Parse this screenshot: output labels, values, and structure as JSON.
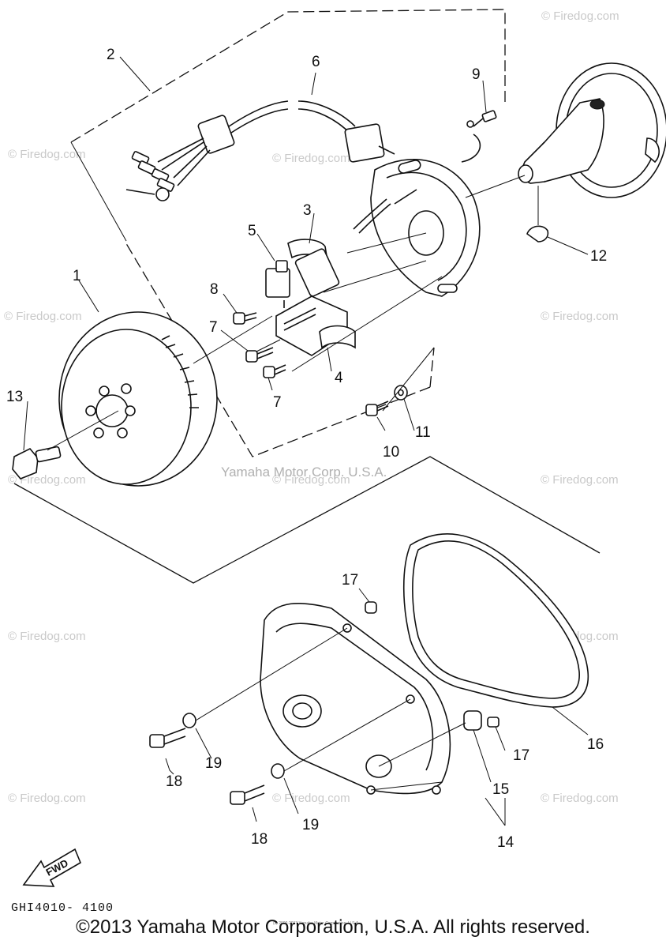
{
  "diagram": {
    "callouts": {
      "c1": "1",
      "c2": "2",
      "c3": "3",
      "c4": "4",
      "c5": "5",
      "c6": "6",
      "c7a": "7",
      "c7b": "7",
      "c8": "8",
      "c9": "9",
      "c10": "10",
      "c11": "11",
      "c12": "12",
      "c13": "13",
      "c14": "14",
      "c15": "15",
      "c16": "16",
      "c17a": "17",
      "c17b": "17",
      "c18a": "18",
      "c18b": "18",
      "c19a": "19",
      "c19b": "19"
    },
    "fwd_label": "FWD",
    "part_code": "GHI4010- 4100",
    "credit_watermark": "Yamaha Motor Corp. U.S.A.",
    "site_watermark": "© Firedog.com",
    "tiny_notice": "(c) 2000-2013 Yamaha Motor Corporation, U.S.A."
  },
  "footer": {
    "copyright": "©2013 Yamaha Motor Corporation, U.S.A. All rights reserved."
  }
}
